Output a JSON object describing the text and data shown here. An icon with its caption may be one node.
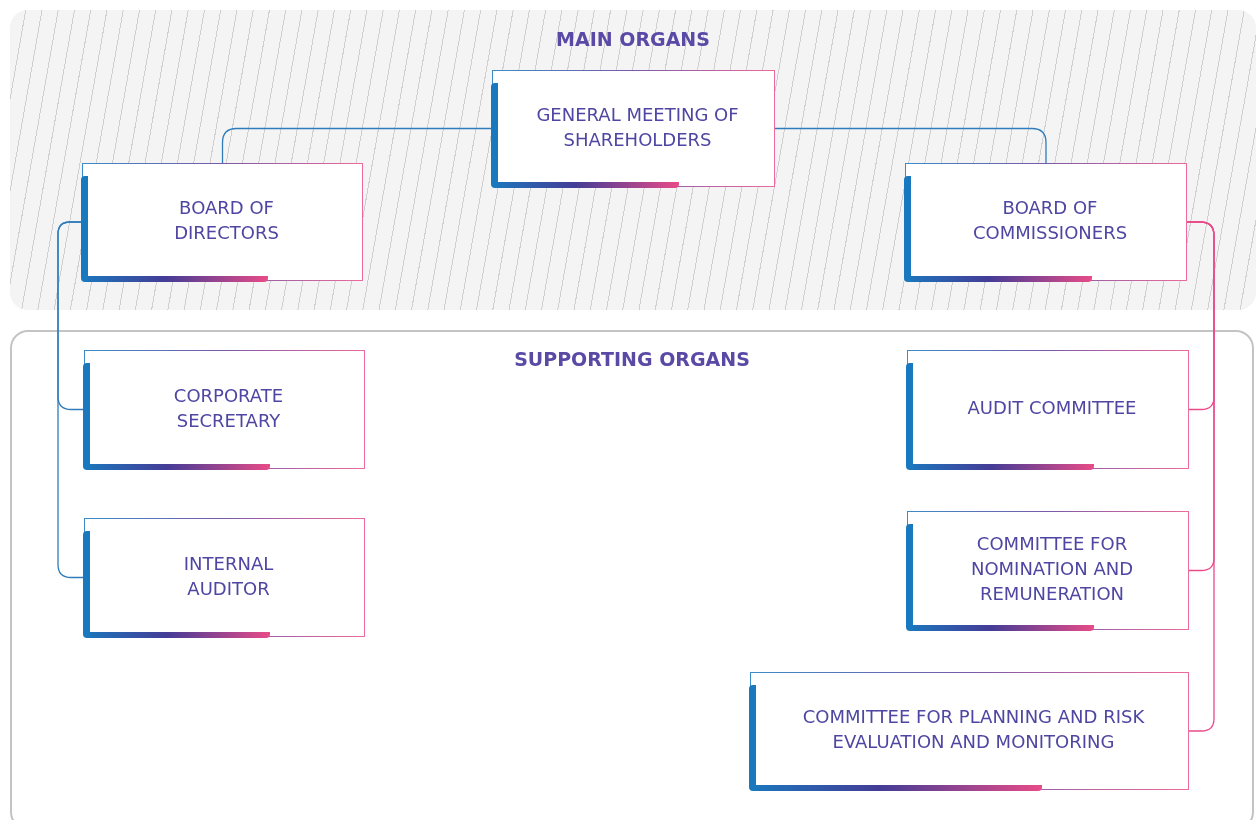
{
  "diagram": {
    "nodes": [
      {
        "text": [
          "MAIN ORGANS"
        ]
      },
      {
        "text": [
          "GENERAL MEETING OF SHAREHOLDERS"
        ],
        "in": 0
      },
      {
        "text": [
          "BOARD OF DIRECTORS"
        ],
        "in": 0
      },
      {
        "text": [
          "BOARD OF COMMISSIONERS"
        ],
        "in": 0
      },
      {
        "text": [
          "SUPPORTING ORGANS"
        ]
      },
      {
        "text": [
          "CORPORATE SECRETARY"
        ],
        "in": 4
      },
      {
        "text": [
          "INTERNAL AUDITOR"
        ],
        "in": 4
      },
      {
        "text": [
          "AUDIT COMMITTEE"
        ],
        "in": 4
      },
      {
        "text": [
          "COMMITTEE FOR NOMINATION AND REMUNERATION"
        ],
        "in": 4
      },
      {
        "text": [
          "COMMITTEE FOR PLANNING AND RISK EVALUATION AND MONITORING"
        ],
        "in": 4
      }
    ],
    "edges": [
      {
        "from": 1,
        "to": 2,
        "arrow": "none"
      },
      {
        "from": 1,
        "to": 3,
        "arrow": "none"
      },
      {
        "from": 2,
        "to": 5,
        "arrow": "none"
      },
      {
        "from": 2,
        "to": 6,
        "arrow": "none"
      },
      {
        "from": 3,
        "to": 7,
        "arrow": "none",
        "color": "#e94b8a"
      },
      {
        "from": 3,
        "to": 8,
        "arrow": "none",
        "color": "#e94b8a"
      },
      {
        "from": 3,
        "to": 9,
        "arrow": "none",
        "color": "#e94b8a"
      }
    ]
  }
}
